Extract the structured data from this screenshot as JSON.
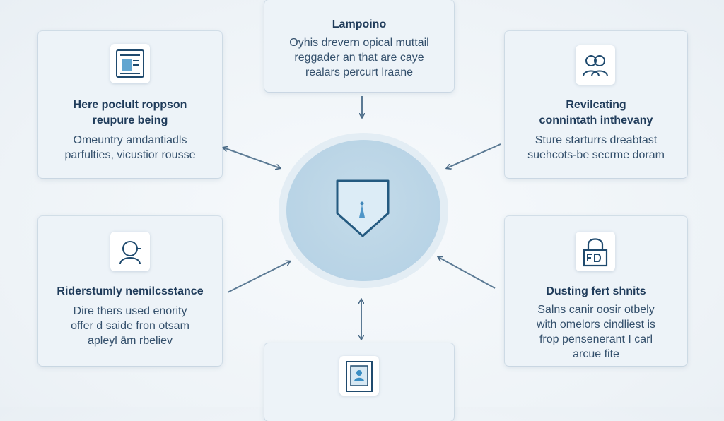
{
  "diagram": {
    "center": {
      "icon": "shield-icon"
    },
    "nodes": {
      "top": {
        "icon": "",
        "title": "Lampoino",
        "desc": [
          "Oyhis drevern opical muttail",
          "reggader an that are caye",
          "realars percurt lraane"
        ]
      },
      "top_left": {
        "icon": "document-icon",
        "title": [
          "Here poclult roppson",
          "reupure being"
        ],
        "desc": [
          "Omeuntry amdantiadls",
          "parfulties, vicustior rousse"
        ]
      },
      "top_right": {
        "icon": "people-icon",
        "title": [
          "Revilcating",
          "connintath inthevany"
        ],
        "desc": [
          "Sture starturrs dreabtast",
          "suehcots-be secrme doram"
        ]
      },
      "bottom_left": {
        "icon": "user-icon",
        "title": "Riderstumly nemilcsstance",
        "desc": [
          "Dire thers used enority",
          "offer d saide fron otsam",
          "apleyl ām rbeliev"
        ]
      },
      "bottom_right": {
        "icon": "lock-icon",
        "title": "Dusting fert shnits",
        "desc": [
          "Salns canir oosir otbely",
          "with omelors cindliest is",
          "frop pensenerant I carl",
          "arcue fite"
        ]
      },
      "bottom": {
        "icon": "profile-document-icon"
      }
    }
  }
}
